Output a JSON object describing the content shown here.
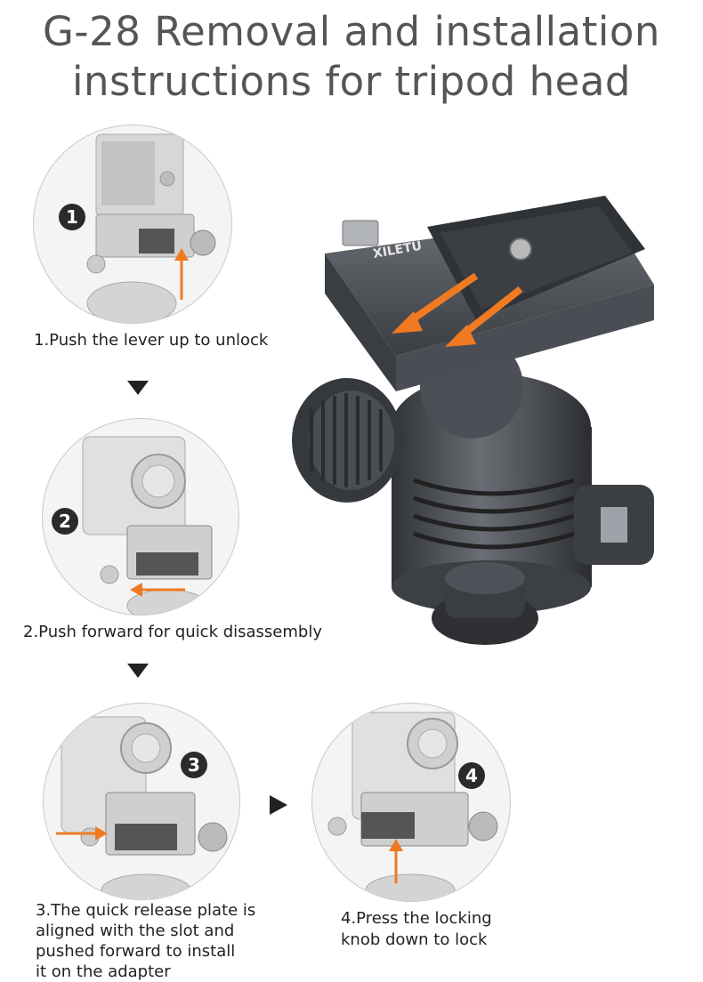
{
  "title": {
    "line1": "G-28 Removal and installation",
    "line2": "instructions for tripod head"
  },
  "steps": [
    {
      "number": "1",
      "caption_lines": [
        "1.Push the lever up to unlock"
      ]
    },
    {
      "number": "2",
      "caption_lines": [
        "2.Push forward for quick disassembly"
      ]
    },
    {
      "number": "3",
      "caption_lines": [
        "3.The quick release plate is",
        "aligned with the slot and",
        "pushed forward to install",
        "it on the adapter"
      ]
    },
    {
      "number": "4",
      "caption_lines": [
        "4.Press the locking",
        "knob down to lock"
      ]
    }
  ],
  "product": {
    "plate_brand": "XILETU"
  },
  "colors": {
    "accent_arrow": "#f07a22",
    "body_gray": "#4a4d52",
    "title_gray": "#555555"
  },
  "icons": {
    "flow_down": "chevron-down-icon",
    "flow_right": "chevron-right-icon"
  }
}
